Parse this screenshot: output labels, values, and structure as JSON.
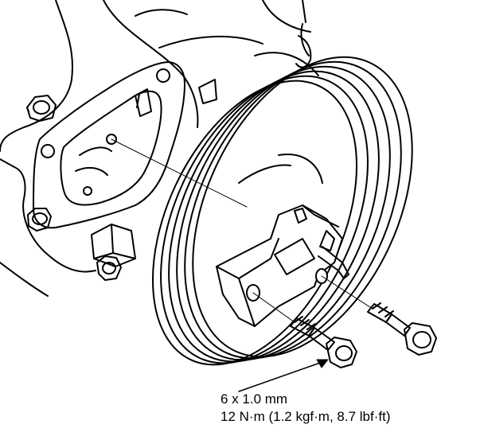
{
  "diagram": {
    "style": "black line drawing on white",
    "callout": {
      "bolt_spec": "6 x 1.0 mm",
      "torque_spec": "12 N·m (1.2 kgf·m, 8.7 lbf·ft)"
    },
    "colors": {
      "ink": "#000000",
      "paper": "#ffffff"
    }
  }
}
